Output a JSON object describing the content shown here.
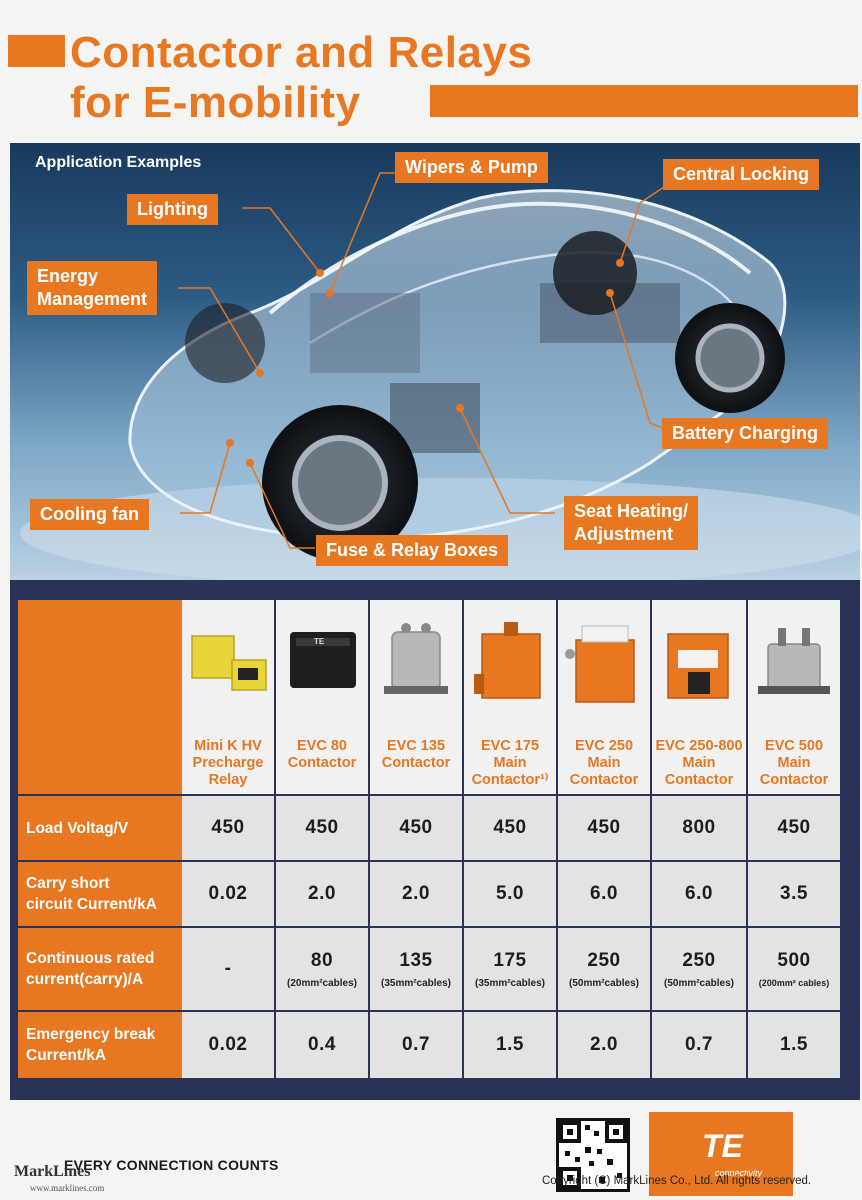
{
  "header": {
    "title_line1": "Contactor and Relays",
    "title_line2": "for E-mobility"
  },
  "scene": {
    "label": "Application Examples",
    "callouts": {
      "wipers": "Wipers & Pump",
      "central_locking": "Central Locking",
      "lighting": "Lighting",
      "energy": "Energy\nManagement",
      "battery": "Battery Charging",
      "cooling": "Cooling fan",
      "seat": "Seat Heating/\nAdjustment",
      "fuse": "Fuse & Relay Boxes"
    }
  },
  "table": {
    "products": [
      {
        "name": "Mini K HV\nPrecharge\nRelay",
        "color": "#e8d53a",
        "icon": "yellow-relay-icon"
      },
      {
        "name": "EVC 80\nContactor",
        "color": "#1e1e1e",
        "icon": "black-contactor-icon"
      },
      {
        "name": "EVC 135\nContactor",
        "color": "#9a9a9a",
        "icon": "silver-contactor-icon"
      },
      {
        "name": "EVC 175\nMain\nContactor¹⁾",
        "color": "#e87722",
        "icon": "orange-contactor-icon"
      },
      {
        "name": "EVC 250\nMain\nContactor",
        "color": "#e87722",
        "icon": "orange-contactor-icon"
      },
      {
        "name": "EVC 250-800\nMain\nContactor",
        "color": "#e87722",
        "icon": "orange-contactor-icon"
      },
      {
        "name": "EVC 500\nMain\nContactor",
        "color": "#9a9a9a",
        "icon": "silver-contactor-icon"
      }
    ],
    "rows": [
      {
        "label": "Load Voltag/V",
        "values": [
          "450",
          "450",
          "450",
          "450",
          "450",
          "800",
          "450"
        ]
      },
      {
        "label": "Carry short\ncircuit Current/kA",
        "values": [
          "0.02",
          "2.0",
          "2.0",
          "5.0",
          "6.0",
          "6.0",
          "3.5"
        ]
      },
      {
        "label": "Continuous rated\ncurrent(carry)/A",
        "values": [
          "-",
          "80",
          "135",
          "175",
          "250",
          "250",
          "500"
        ],
        "notes": [
          "",
          "(20mm²cables)",
          "(35mm²cables)",
          "(35mm²cables)",
          "(50mm²cables)",
          "(50mm²cables)",
          "(200mm² cables)"
        ]
      },
      {
        "label": "Emergency break\nCurrent/kA",
        "values": [
          "0.02",
          "0.4",
          "0.7",
          "1.5",
          "2.0",
          "0.7",
          "1.5"
        ]
      }
    ]
  },
  "footer": {
    "slogan": "EVERY CONNECTION COUNTS",
    "watermark": "MarkLines",
    "watermark_url": "www.marklines.com",
    "copyright": "Copyright (C) MarkLines Co., Ltd. All rights reserved.",
    "brand": "TE",
    "brand_sub": "connectivity"
  },
  "colors": {
    "accent": "#e87722",
    "table_bg": "#2a3258",
    "cell_bg": "#e3e3e3"
  }
}
